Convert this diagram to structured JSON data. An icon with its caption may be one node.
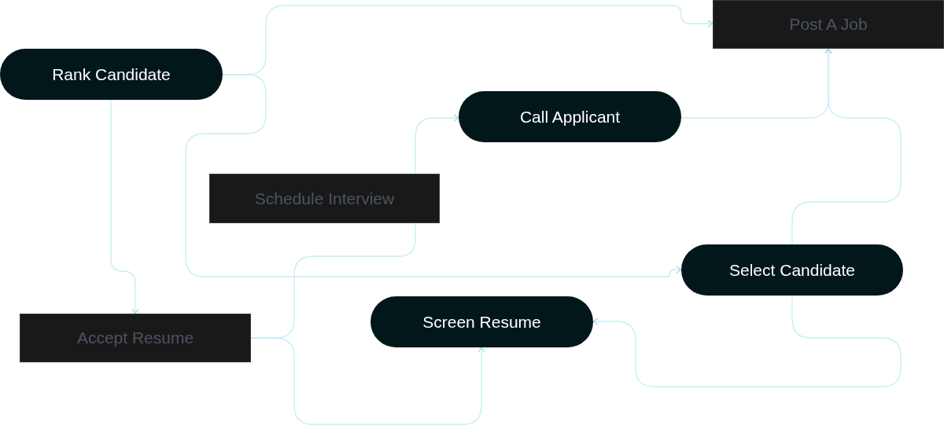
{
  "diagram": {
    "nodes": [
      {
        "text": [
          "Post A Job"
        ]
      },
      {
        "text": [
          "Rank Candidate"
        ]
      },
      {
        "text": [
          "Call Applicant"
        ]
      },
      {
        "text": [
          "Schedule Interview"
        ]
      },
      {
        "text": [
          "Select Candidate"
        ]
      },
      {
        "text": [
          "Screen Resume"
        ]
      },
      {
        "text": [
          "Accept Resume"
        ]
      }
    ],
    "edges": [
      {
        "from": 1,
        "to": 0,
        "arrow": "to"
      },
      {
        "from": 1,
        "to": 4,
        "arrow": "to"
      },
      {
        "from": 1,
        "to": 6,
        "arrow": "to"
      },
      {
        "from": 3,
        "to": 2,
        "arrow": "to"
      },
      {
        "from": 2,
        "to": 0,
        "arrow": "to"
      },
      {
        "from": 4,
        "to": 0,
        "arrow": "to"
      },
      {
        "from": 6,
        "to": 3,
        "arrow": "none"
      },
      {
        "from": 6,
        "to": 5,
        "arrow": "to"
      },
      {
        "from": 4,
        "to": 5,
        "arrow": "to"
      }
    ]
  }
}
